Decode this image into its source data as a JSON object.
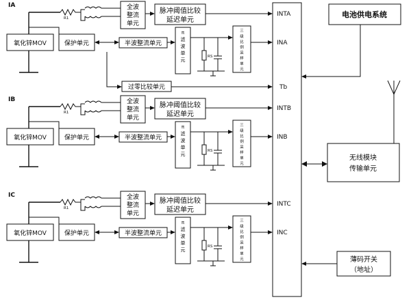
{
  "phases": [
    {
      "label": "IA",
      "full_wave": [
        "全波",
        "整流",
        "单元"
      ],
      "pulse": [
        "脉冲阈值比较",
        "延迟单元"
      ],
      "mov": "氧化锌MOV",
      "protect": "保护单元",
      "half_wave": "半波整流单元",
      "pi_filter": [
        "π",
        "滤",
        "波",
        "单",
        "元"
      ],
      "three_stage": [
        "三",
        "级",
        "比",
        "例",
        "采",
        "样",
        "单",
        "元"
      ],
      "resistor": "R1",
      "rs": "RS",
      "int_port": "INTA",
      "in_port": "INA"
    },
    {
      "label": "IB",
      "full_wave": [
        "全波",
        "整流",
        "单元"
      ],
      "pulse": [
        "脉冲阈值比较",
        "延迟单元"
      ],
      "mov": "氧化锌MOV",
      "protect": "保护单元",
      "half_wave": "半波整流单元",
      "pi_filter": [
        "π",
        "滤",
        "波",
        "单",
        "元"
      ],
      "three_stage": [
        "三",
        "级",
        "比",
        "例",
        "采",
        "样",
        "单",
        "元"
      ],
      "resistor": "R1",
      "rs": "RS",
      "int_port": "INTB",
      "in_port": "INB"
    },
    {
      "label": "IC",
      "full_wave": [
        "全波",
        "整流",
        "单元"
      ],
      "pulse": [
        "脉冲阈值比较",
        "延迟单元"
      ],
      "mov": "氧化锌MOV",
      "protect": "保护单元",
      "half_wave": "半波整流单元",
      "pi_filter": [
        "π",
        "滤",
        "波",
        "单",
        "元"
      ],
      "three_stage": [
        "三",
        "级",
        "比",
        "例",
        "采",
        "样",
        "单",
        "元"
      ],
      "resistor": "R1",
      "rs": "RS",
      "int_port": "INTC",
      "in_port": "INC"
    }
  ],
  "zero_cross": "过零比较单元",
  "tb_port": "Tb",
  "battery": "电池供电系统",
  "wireless": [
    "无线模块",
    "传输单元"
  ],
  "dip": [
    "薄码开关",
    "（地址）"
  ]
}
